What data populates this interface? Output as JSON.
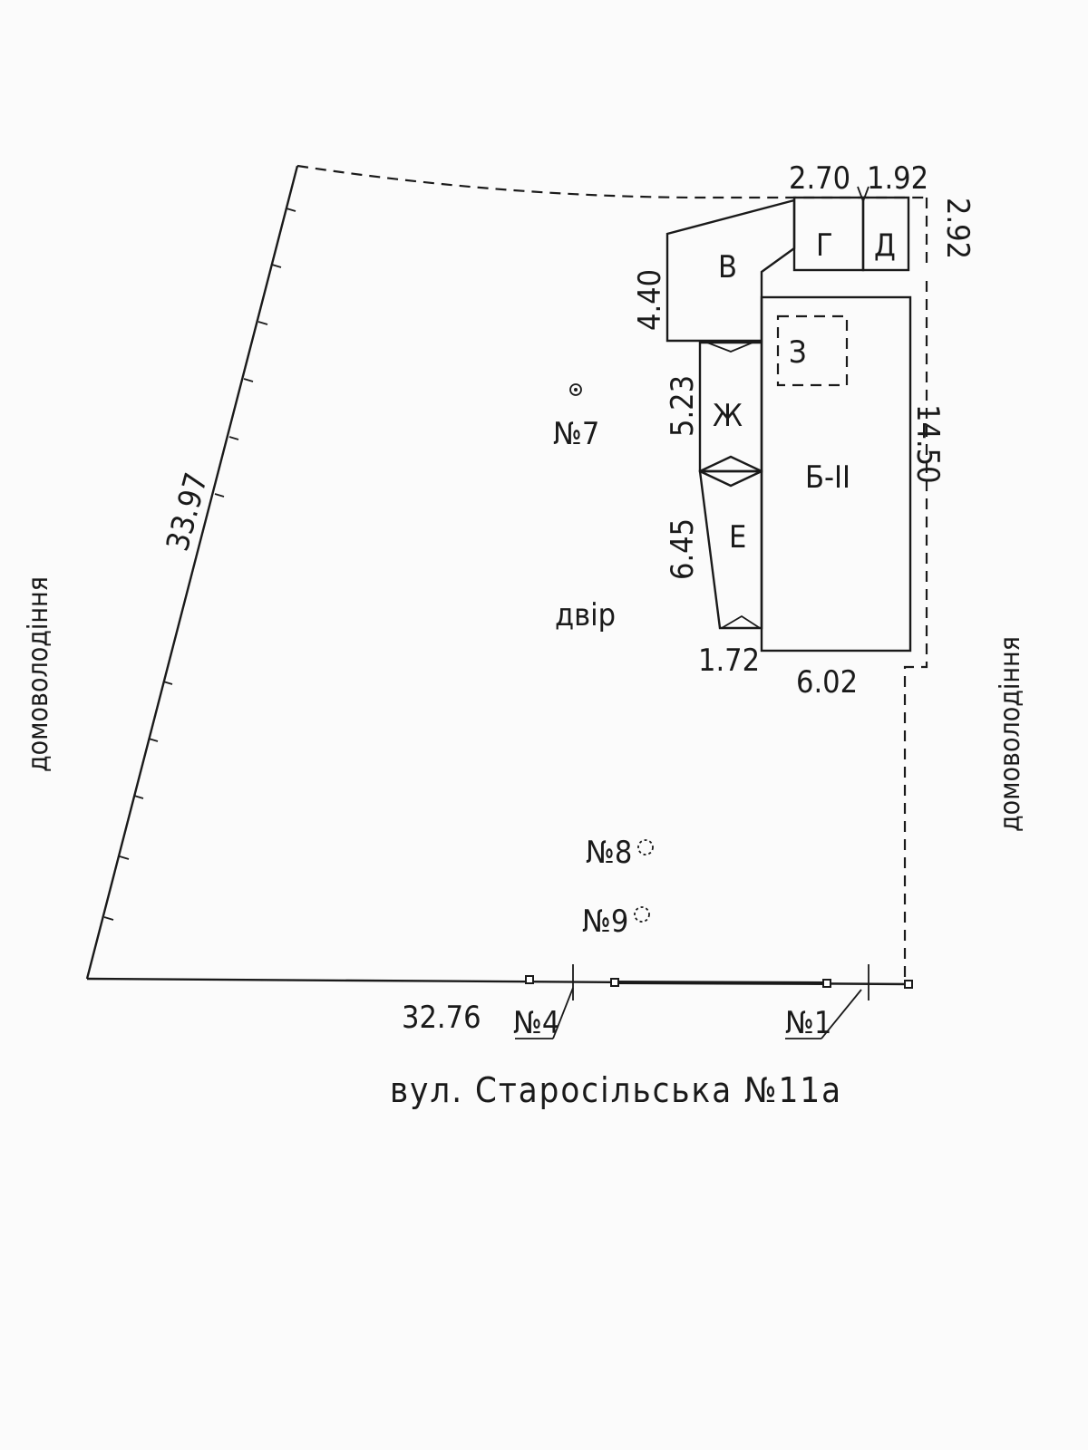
{
  "dimensions": {
    "west_boundary": "33.97",
    "south_boundary": "32.76",
    "g_width": "2.70",
    "d_width": "1.92",
    "gd_depth": "2.92",
    "v_height": "4.40",
    "zh_length": "5.23",
    "e_length": "6.45",
    "e_bottom": "1.72",
    "b_width": "6.02",
    "b_length": "14.50"
  },
  "buildings": {
    "v": "В",
    "g": "Г",
    "d": "Д",
    "z": "З",
    "zh": "Ж",
    "b": "Б-ІІ",
    "e": "Е"
  },
  "points": {
    "p7": "№7",
    "p8": "№8",
    "p9": "№9",
    "p4": "№4",
    "p1": "№1"
  },
  "yard_label": "двір",
  "neighbors": {
    "west": "домоволодіння",
    "east": "домоволодіння"
  },
  "street": "вул. Старосільська №11а"
}
